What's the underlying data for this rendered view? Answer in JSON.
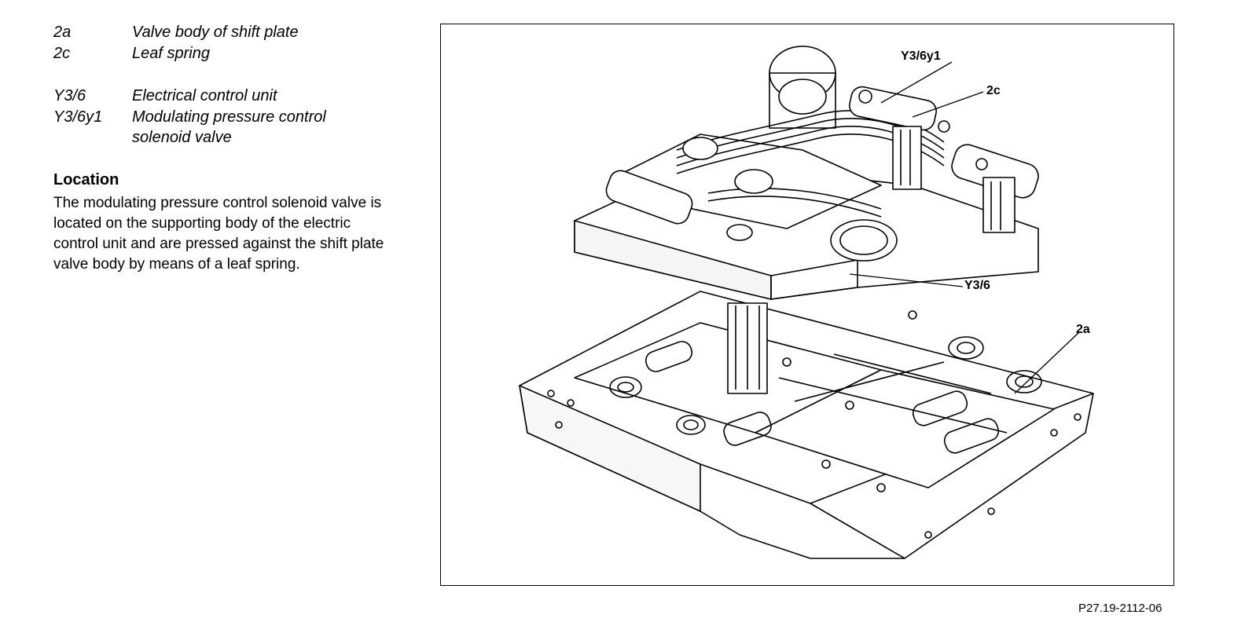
{
  "legend": [
    {
      "code": "2a",
      "desc": "Valve body of shift plate"
    },
    {
      "code": "2c",
      "desc": "Leaf spring"
    },
    {
      "code": "Y3/6",
      "desc": "Electrical control unit"
    },
    {
      "code": "Y3/6y1",
      "desc": "Modulating pressure control",
      "desc2": "solenoid valve"
    }
  ],
  "location": {
    "title": "Location",
    "text": "The modulating pressure control solenoid valve is located on the supporting body of the electric control unit and are pressed against the shift plate valve body by means of a leaf spring."
  },
  "figure": {
    "labels": {
      "y36y1": "Y3/6y1",
      "c2": "2c",
      "y36": "Y3/6",
      "a2": "2a"
    },
    "reference": "P27.19-2112-06"
  }
}
